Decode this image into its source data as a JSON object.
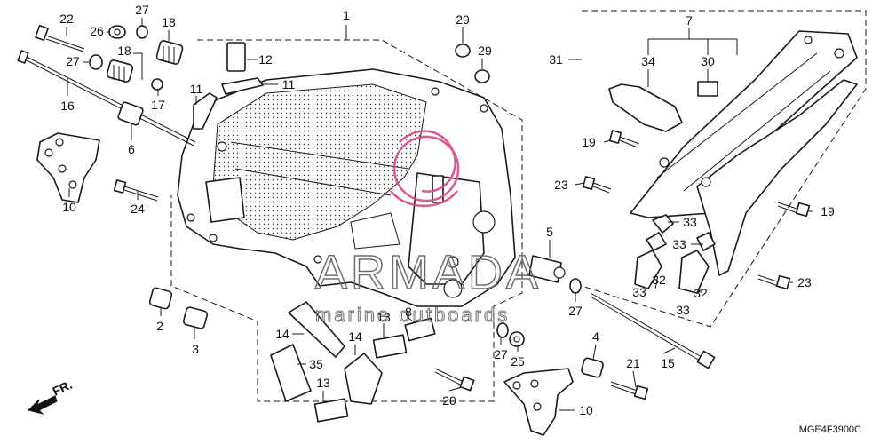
{
  "diagram_code": "MGE4F3900C",
  "direction_label": "FR.",
  "watermark": {
    "name": "ARMADA",
    "tagline": "marine outboards",
    "color": "#d9468a"
  },
  "callouts": {
    "c1": "1",
    "c2": "2",
    "c3": "3",
    "c4": "4",
    "c5": "5",
    "c6": "6",
    "c7": "7",
    "c8": "8",
    "c10a": "10",
    "c10b": "10",
    "c11a": "11",
    "c11b": "11",
    "c12": "12",
    "c13a": "13",
    "c13b": "13",
    "c14a": "14",
    "c14b": "14",
    "c15": "15",
    "c16": "16",
    "c17": "17",
    "c18a": "18",
    "c18b": "18",
    "c19a": "19",
    "c19b": "19",
    "c20": "20",
    "c21": "21",
    "c22": "22",
    "c23a": "23",
    "c23b": "23",
    "c24": "24",
    "c25": "25",
    "c26": "26",
    "c27a": "27",
    "c27b": "27",
    "c27c": "27",
    "c27d": "27",
    "c29a": "29",
    "c29b": "29",
    "c30": "30",
    "c31": "31",
    "c32a": "32",
    "c32b": "32",
    "c33a": "33",
    "c33b": "33",
    "c33c": "33",
    "c33d": "33",
    "c34": "34",
    "c35": "35"
  }
}
